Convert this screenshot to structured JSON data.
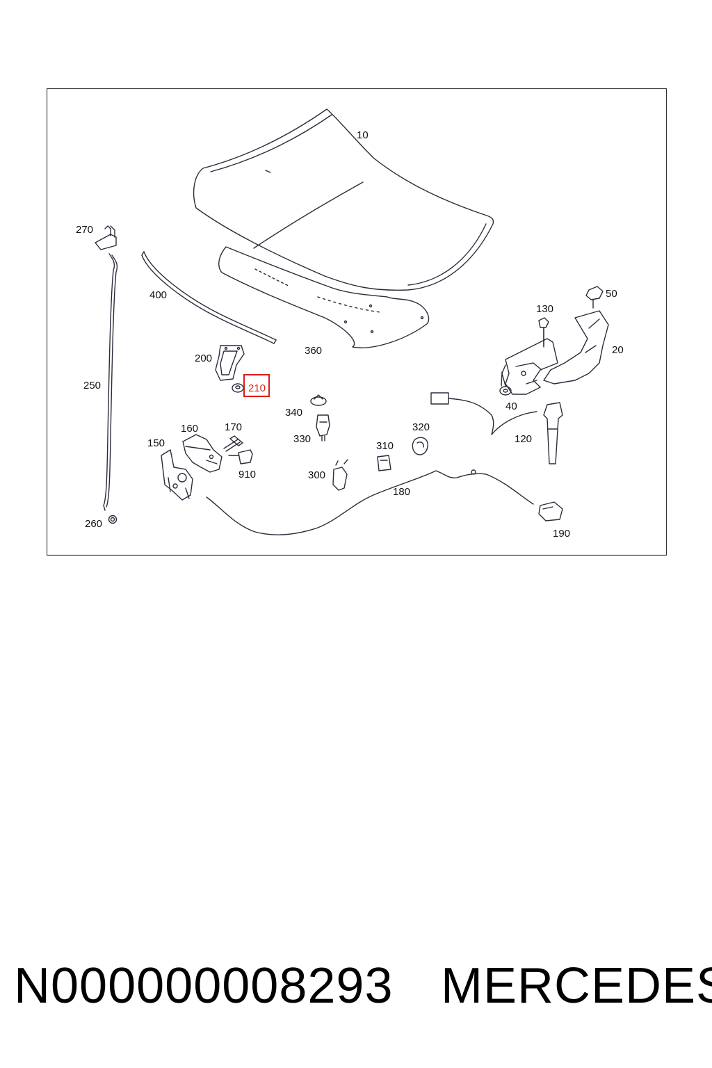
{
  "diagram": {
    "callouts": {
      "c10": "10",
      "c20": "20",
      "c40": "40",
      "c50": "50",
      "c120": "120",
      "c130": "130",
      "c150": "150",
      "c160": "160",
      "c170": "170",
      "c180": "180",
      "c190": "190",
      "c200": "200",
      "c210": "210",
      "c250": "250",
      "c260": "260",
      "c270": "270",
      "c300": "300",
      "c310": "310",
      "c320": "320",
      "c330": "330",
      "c340": "340",
      "c360": "360",
      "c400": "400",
      "c910": "910"
    },
    "highlighted_callout": "210",
    "colors": {
      "highlight": "#e01b1b",
      "line": "#2b2b3b",
      "frame": "#333333"
    }
  },
  "footer": {
    "part_number": "N000000008293",
    "brand": "MERCEDES"
  }
}
